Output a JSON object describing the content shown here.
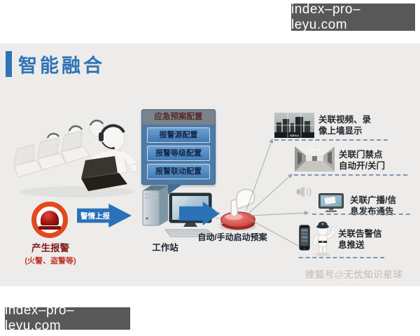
{
  "colors": {
    "accent_blue": "#2e74b5",
    "arrow_blue": "#2b71b8",
    "alarm_red": "#e2491c",
    "panel_blue": "#4d7ba9",
    "slide_bg": "#edecea",
    "watermark_bg": "#585858"
  },
  "watermark_top": "index–pro–leyu.com",
  "watermark_bottom": "index–pro–leyu.com",
  "title": "智能融合",
  "credit": "搜狐号@无忧知识星球",
  "alarm": {
    "label": "产生报警",
    "sublabel": "(火警、盗警等)"
  },
  "report_arrow_label": "警情上报",
  "workstation_label": "工作站",
  "trigger_label": "自动/手动启动预案",
  "config_panel": {
    "title": "应急预案配置",
    "items": [
      "报警源配置",
      "报警等级配置",
      "报警联动配置"
    ]
  },
  "outputs": [
    {
      "line1": "关联视频、录",
      "line2": "像上墙显示",
      "logo": "dahua"
    },
    {
      "line1": "关联门禁点",
      "line2": "自动开/关门"
    },
    {
      "line1": "关联广播/信",
      "line2": "息发布通告"
    },
    {
      "line1": "关联告警信",
      "line2": "息推送"
    }
  ],
  "icons": {
    "operators": "call-center-operators",
    "alarm": "alarm-beacon",
    "workstation": "desktop-workstation",
    "trigger": "hand-press-button",
    "speaker": "loudspeaker",
    "output_images": [
      "video-wall",
      "access-corridor",
      "broadcast-screen",
      "smartphone-and-police-officer"
    ]
  }
}
